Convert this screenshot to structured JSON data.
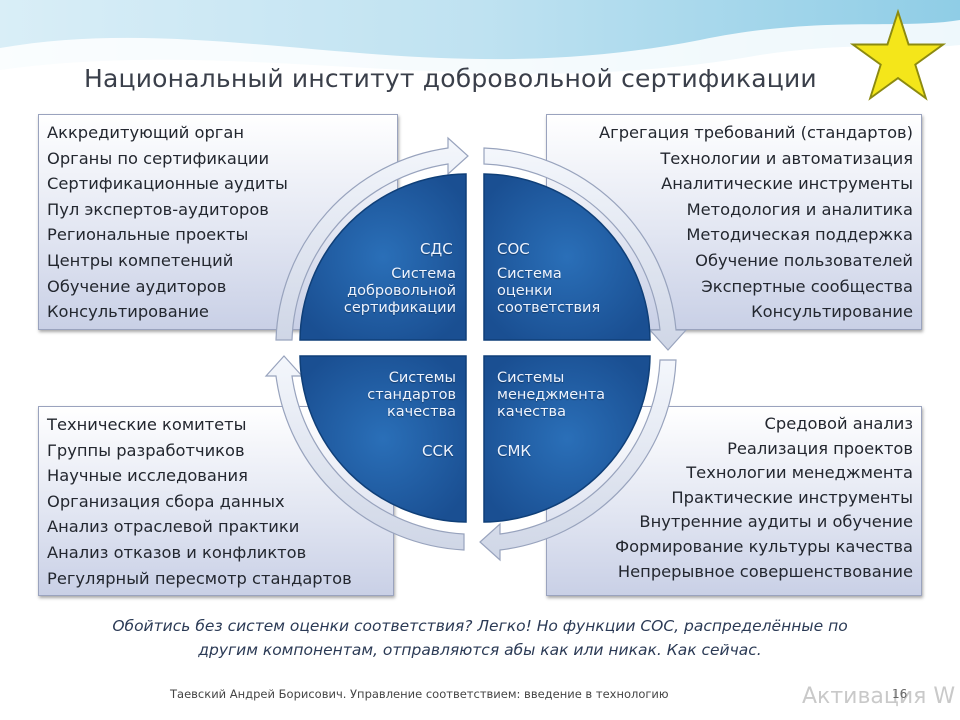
{
  "title": "Национальный институт добровольной сертификации",
  "colors": {
    "quadrant": "#1f5fa6",
    "quadrant_edge": "#0f3f78",
    "arrow": "#e3e8f2",
    "star": "#f4e61a"
  },
  "boxes": {
    "top_left": [
      "Аккредитующий орган",
      "Органы по сертификации",
      "Сертификационные аудиты",
      "Пул экспертов-аудиторов",
      "Региональные проекты",
      "Центры компетенций",
      "Обучение аудиторов",
      "Консультирование"
    ],
    "top_right": [
      "Агрегация требований (стандартов)",
      "Технологии и автоматизация",
      "Аналитические инструменты",
      "Методология и аналитика",
      "Методическая поддержка",
      "Обучение пользователей",
      "Экспертные сообщества",
      "Консультирование"
    ],
    "bottom_left": [
      "Технические комитеты",
      "Группы разработчиков",
      "Научные исследования",
      "Организация сбора данных",
      "Анализ отраслевой практики",
      "Анализ отказов и конфликтов",
      "Регулярный пересмотр стандартов"
    ],
    "bottom_right": [
      "Средовой анализ",
      "Реализация проектов",
      "Технологии менеджмента",
      "Практические инструменты",
      "Внутренние аудиты и обучение",
      "Формирование культуры качества",
      "Непрерывное совершенствование"
    ]
  },
  "quadrants": {
    "top_left": {
      "abbr": "СДС",
      "name": [
        "Система",
        "добровольной",
        "сертификации"
      ]
    },
    "top_right": {
      "abbr": "СОС",
      "name": [
        "Система",
        "оценки",
        "соответствия"
      ]
    },
    "bottom_left": {
      "abbr": "ССК",
      "name": [
        "Системы",
        "стандартов",
        "качества"
      ]
    },
    "bottom_right": {
      "abbr": "СМК",
      "name": [
        "Системы",
        "менеджмента",
        "качества"
      ]
    }
  },
  "caption": [
    "Обойтись без систем оценки соответствия? Легко! Но функции СОС, распределённые по",
    "другим компонентам, отправляются абы как или никак. Как сейчас."
  ],
  "footer": "Таевский Андрей Борисович. Управление соответствием: введение в технологию",
  "page_number": "16",
  "watermark": "Активация W"
}
